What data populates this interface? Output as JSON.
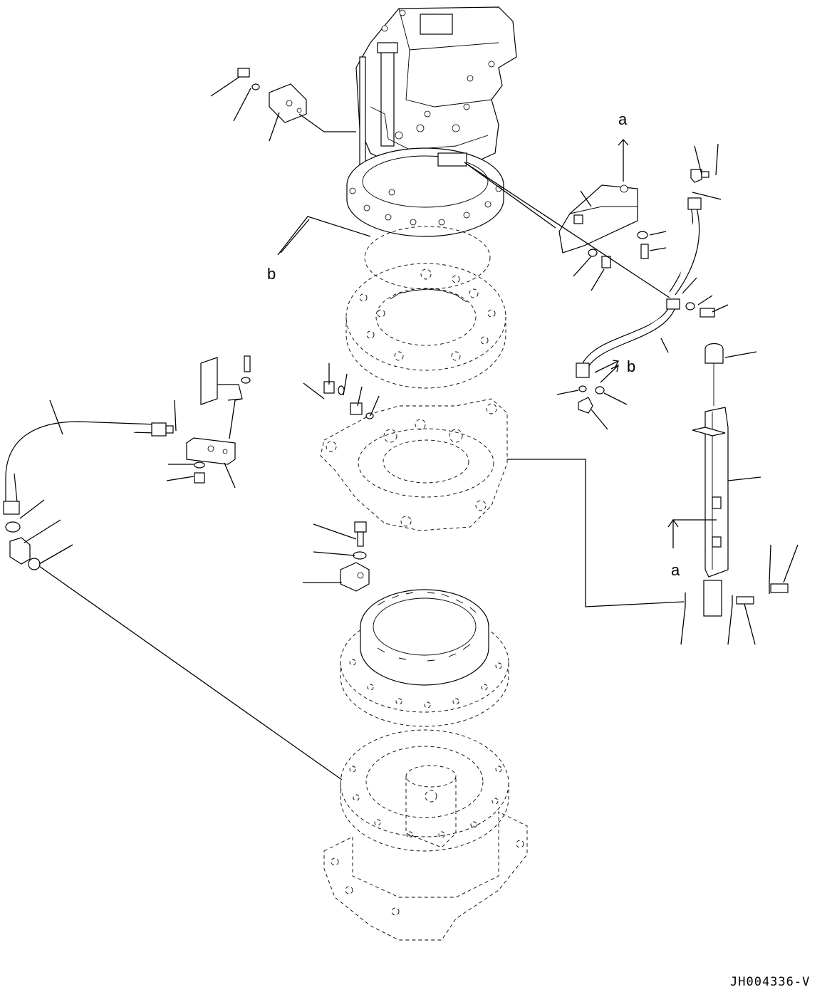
{
  "diagram": {
    "drawing_code": "JH004336-V",
    "labels": {
      "a_top": "a",
      "a_bottom": "a",
      "b_left": "b",
      "b_right": "b"
    }
  }
}
